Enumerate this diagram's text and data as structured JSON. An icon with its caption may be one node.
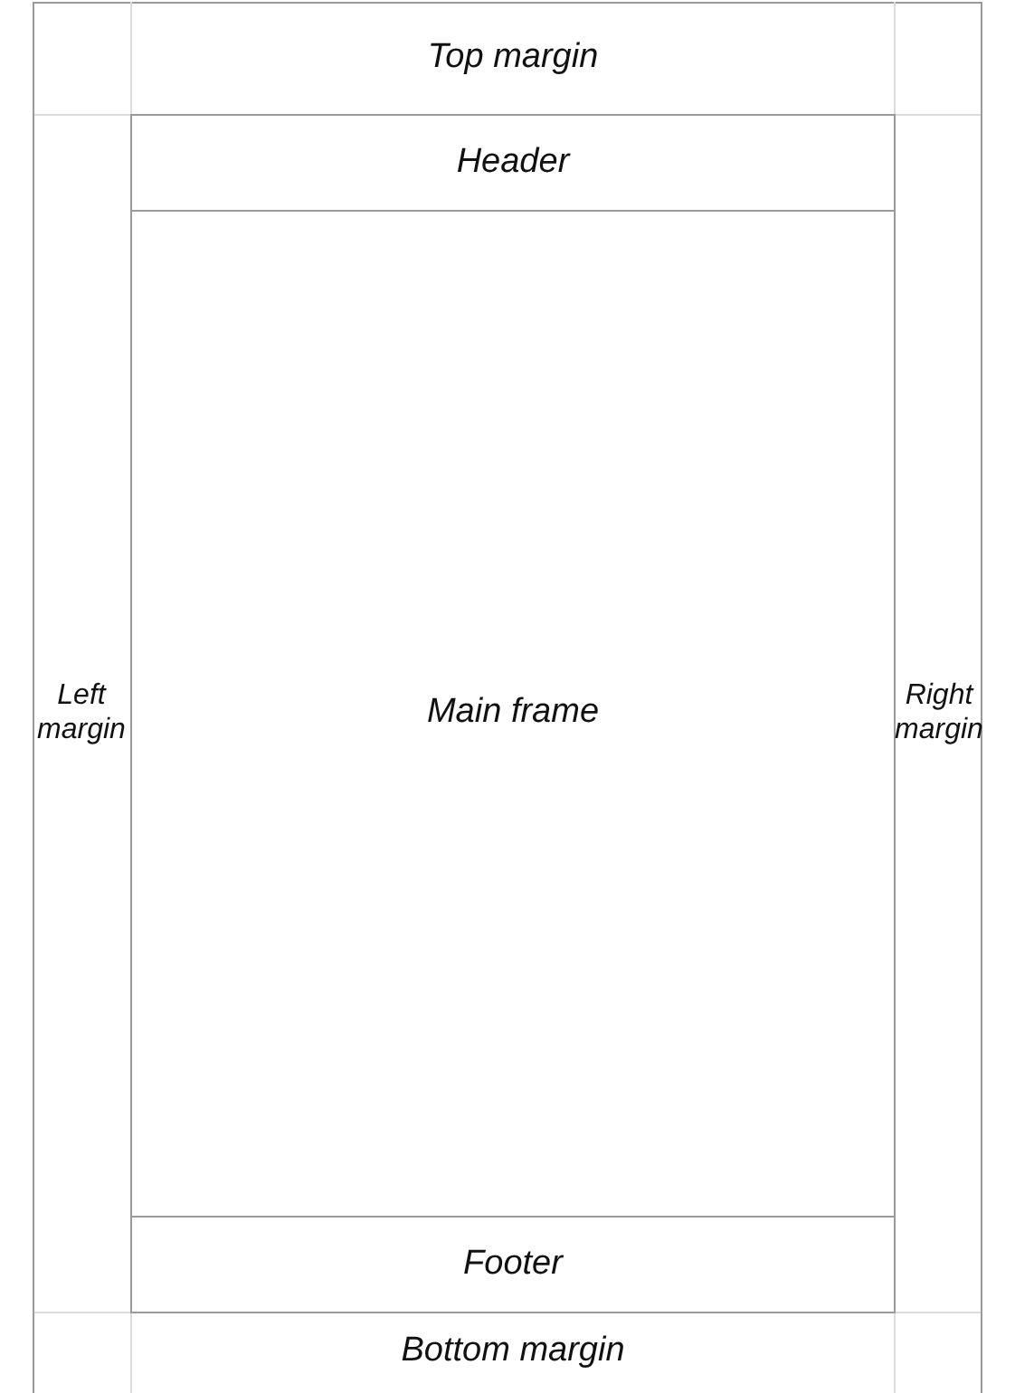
{
  "diagram": {
    "nodes": [
      {
        "text": [
          "Top margin"
        ]
      },
      {
        "text": [
          "Header"
        ]
      },
      {
        "text": [
          "Left margin"
        ]
      },
      {
        "text": [
          "Main frame"
        ]
      },
      {
        "text": [
          "Right margin"
        ]
      },
      {
        "text": [
          "Footer"
        ]
      },
      {
        "text": [
          "Bottom margin"
        ]
      }
    ]
  }
}
